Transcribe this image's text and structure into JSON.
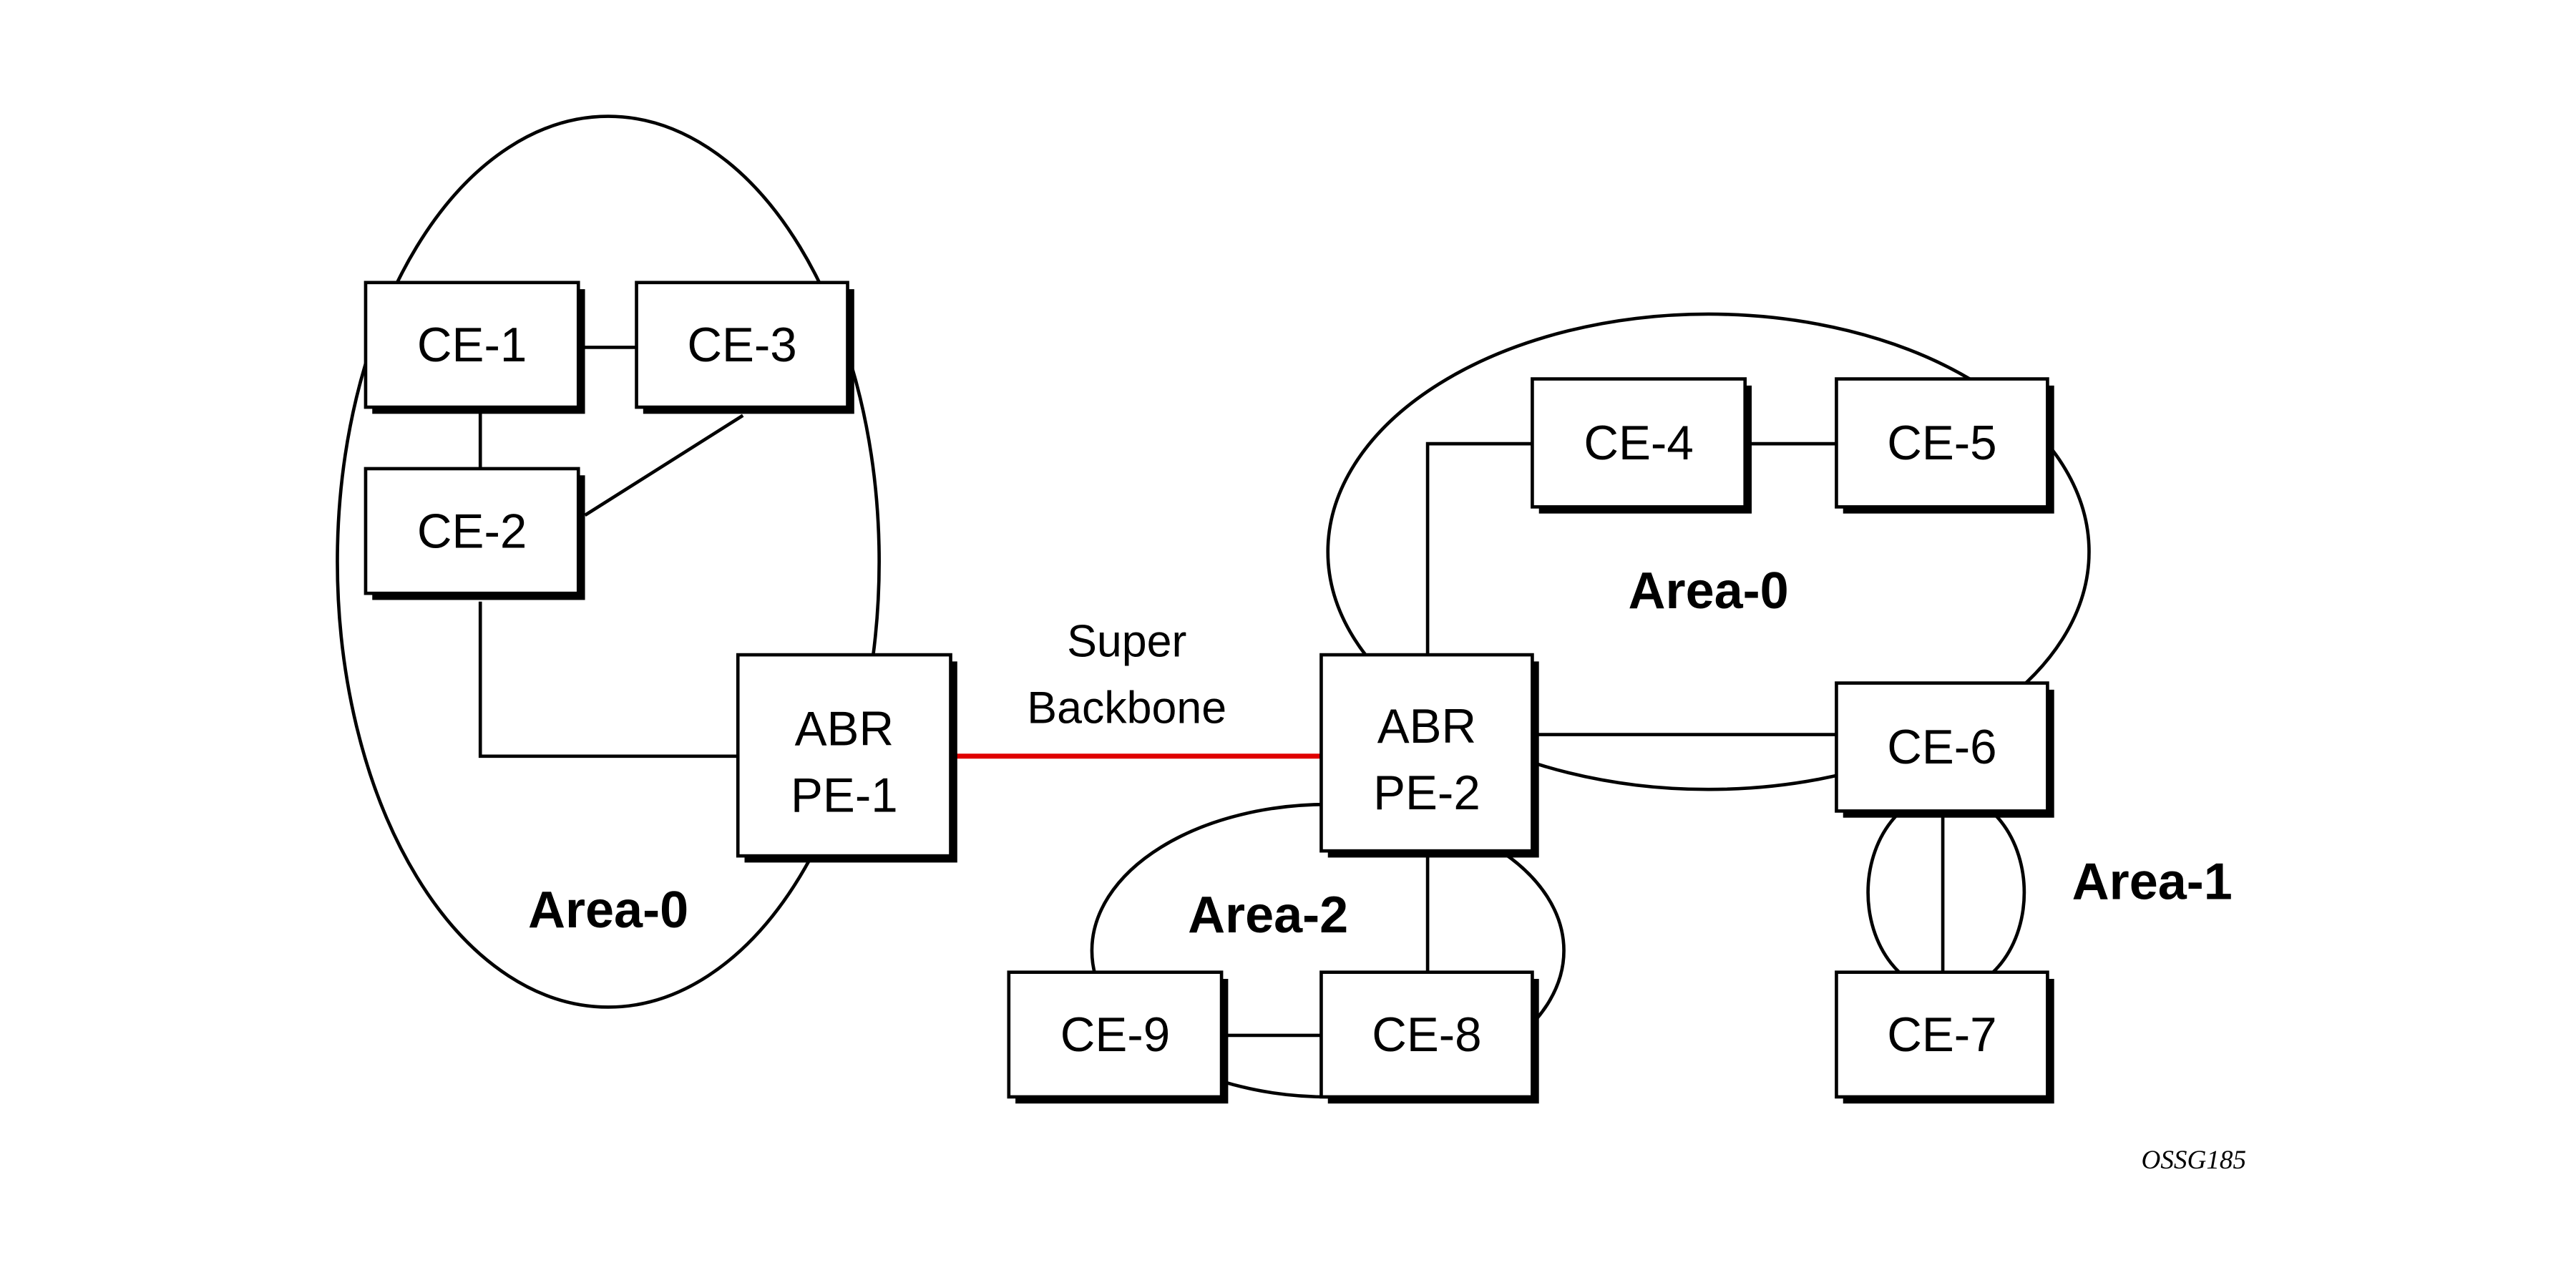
{
  "nodes": {
    "ce1": "CE-1",
    "ce2": "CE-2",
    "ce3": "CE-3",
    "ce4": "CE-4",
    "ce5": "CE-5",
    "ce6": "CE-6",
    "ce7": "CE-7",
    "ce8": "CE-8",
    "ce9": "CE-9",
    "pe1": [
      "ABR",
      "PE-1"
    ],
    "pe2": [
      "ABR",
      "PE-2"
    ]
  },
  "areas": {
    "left_area0": "Area-0",
    "right_area0": "Area-0",
    "area1": "Area-1",
    "area2": "Area-2"
  },
  "super_backbone": [
    "Super",
    "Backbone"
  ],
  "super_backbone_color": "#e00000",
  "figure_id": "OSSG185"
}
